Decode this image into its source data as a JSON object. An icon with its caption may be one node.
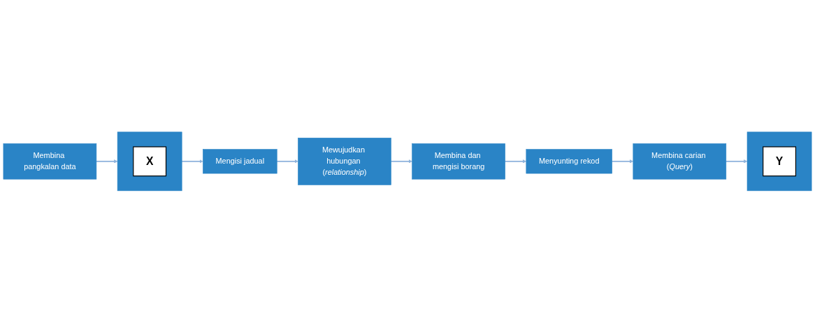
{
  "diagram": {
    "nodes": [
      {
        "text": [
          "Membina pangkalan data"
        ]
      },
      {
        "text": [],
        "shape": "box"
      },
      {
        "text": [
          "X"
        ],
        "in": 1
      },
      {
        "text": [
          "Mengisi jadual"
        ]
      },
      {
        "text": [
          "Mewujudkan hubungan (*relationship*)"
        ]
      },
      {
        "text": [
          "Membina dan mengisi borang"
        ]
      },
      {
        "text": [
          "Menyunting rekod"
        ]
      },
      {
        "text": [
          "Membina carian (*Query*)"
        ]
      },
      {
        "text": [],
        "shape": "box"
      },
      {
        "text": [
          "Y"
        ],
        "in": 8
      }
    ],
    "edges": [
      {
        "from": 0,
        "to": 1,
        "arrow": "to"
      },
      {
        "from": 1,
        "to": 3,
        "arrow": "to"
      },
      {
        "from": 3,
        "to": 4,
        "arrow": "to"
      },
      {
        "from": 4,
        "to": 5,
        "arrow": "to"
      },
      {
        "from": 5,
        "to": 6,
        "arrow": "to"
      },
      {
        "from": 6,
        "to": 7,
        "arrow": "to"
      },
      {
        "from": 7,
        "to": 8,
        "arrow": "to"
      }
    ]
  }
}
